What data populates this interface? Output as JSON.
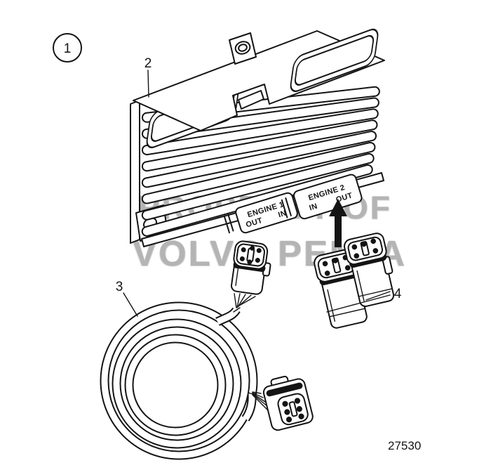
{
  "figure": {
    "drawing_number": "27530",
    "watermark_line1": "PROPERTY OF",
    "watermark_line2": "VOLVO PENTA",
    "callout_1": "1",
    "callout_2": "2",
    "callout_3": "3",
    "callout_4": "4",
    "connector_labels": {
      "engine1_name": "ENGINE 1",
      "engine1_left": "OUT",
      "engine1_right": "IN",
      "engine2_name": "ENGINE 2",
      "engine2_left": "IN",
      "engine2_right": "OUT"
    },
    "line_color": "#141414",
    "watermark_color": "#b4b4b4"
  }
}
